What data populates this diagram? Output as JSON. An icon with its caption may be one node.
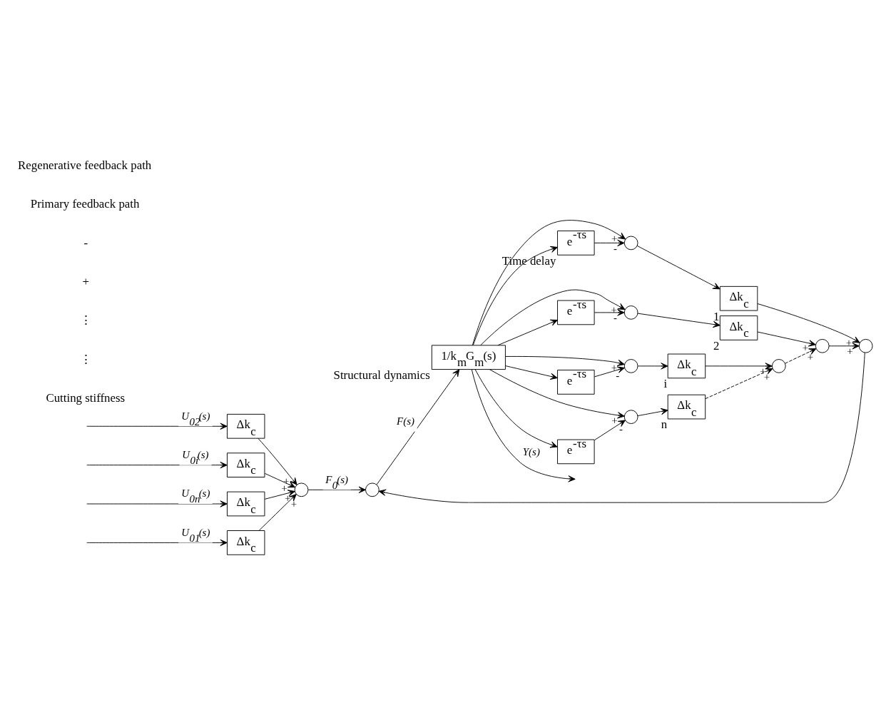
{
  "diagram": {
    "nodes": [
      {
        "text": [
          "Δk$_{c}$"
        ]
      },
      {
        "text": [
          "Δk$_{c}$"
        ]
      },
      {
        "text": [
          "Δk$_{c}$"
        ]
      },
      {
        "text": [
          "Δk$_{c}$"
        ]
      },
      {
        "text": [],
        "shape": "circle"
      },
      {
        "text": [],
        "shape": "circle"
      },
      {
        "text": [
          "1/k$_{m}$G$_{m}$(s)"
        ],
        "beside": [
          "Structural dynamics"
        ]
      },
      {
        "text": [],
        "shape": "circle"
      },
      {
        "text": [
          "Δk$_{c}$"
        ],
        "beside": [
          "1"
        ]
      },
      {
        "text": [],
        "shape": "circle"
      },
      {
        "text": [
          "e$^{-τs}$"
        ],
        "beside": [
          "Time delay"
        ]
      },
      {
        "text": [],
        "shape": "circle"
      },
      {
        "text": [
          "Δk$_{c}$"
        ],
        "beside": [
          "2"
        ]
      },
      {
        "text": [],
        "shape": "circle"
      },
      {
        "text": [
          "e$^{-τs}$"
        ]
      },
      {
        "text": [],
        "shape": "circle"
      },
      {
        "text": [
          "Δk$_{c}$"
        ],
        "beside": [
          "i"
        ]
      },
      {
        "text": [],
        "shape": "circle"
      },
      {
        "text": [
          "e$^{-τs}$"
        ]
      },
      {
        "text": [
          "Δk$_{c}$"
        ],
        "beside": [
          "n"
        ]
      },
      {
        "text": [],
        "shape": "circle"
      },
      {
        "text": [
          "e$^{-τs}$"
        ]
      }
    ],
    "edges": [
      {
        "from": null,
        "to": 0,
        "arrow": "to",
        "label": "U$_{01}$(s)"
      },
      {
        "from": null,
        "to": 1,
        "arrow": "to",
        "label": "U$_{02}$(s)"
      },
      {
        "from": null,
        "to": 2,
        "arrow": "to",
        "label": "U$_{0i}$(s)"
      },
      {
        "from": null,
        "to": 3,
        "arrow": "to",
        "label": "U$_{0n}$(s)"
      },
      {
        "from": 0,
        "to": 4,
        "arrow": "to",
        "label": "+"
      },
      {
        "from": 1,
        "to": 4,
        "arrow": "to",
        "label": "+"
      },
      {
        "from": 2,
        "to": 4,
        "arrow": "to",
        "label": "+"
      },
      {
        "from": 3,
        "to": 4,
        "arrow": "to",
        "label": "+"
      },
      {
        "from": 4,
        "to": 5,
        "arrow": "to",
        "label": "F$_{0}$(s)"
      },
      {
        "from": 5,
        "to": 6,
        "arrow": "to",
        "label": "F(s)"
      },
      {
        "from": 6,
        "to": null,
        "arrow": "to",
        "label": "Y(s)"
      },
      {
        "from": 6,
        "to": 9,
        "arrow": "to",
        "label": "+"
      },
      {
        "from": 6,
        "to": 10,
        "arrow": "to"
      },
      {
        "from": 6,
        "to": 13,
        "arrow": "to",
        "label": "+"
      },
      {
        "from": 6,
        "to": 14,
        "arrow": "to"
      },
      {
        "from": 6,
        "to": 17,
        "arrow": "to",
        "label": "+"
      },
      {
        "from": 6,
        "to": 18,
        "arrow": "to"
      },
      {
        "from": 6,
        "to": 20,
        "arrow": "to",
        "label": "+"
      },
      {
        "from": 6,
        "to": 21,
        "arrow": "to"
      },
      {
        "from": 10,
        "to": 9,
        "arrow": "to",
        "label": "-"
      },
      {
        "from": 9,
        "to": 8,
        "arrow": "to"
      },
      {
        "from": 8,
        "to": 7,
        "arrow": "to",
        "label": "+"
      },
      {
        "from": 7,
        "to": 5,
        "arrow": "to"
      },
      {
        "from": 14,
        "to": 13,
        "arrow": "to",
        "label": "-"
      },
      {
        "from": 13,
        "to": 12,
        "arrow": "to"
      },
      {
        "from": 12,
        "to": 11,
        "arrow": "to",
        "label": "+"
      },
      {
        "from": 11,
        "to": 7,
        "arrow": "to",
        "label": "+"
      },
      {
        "from": 18,
        "to": 17,
        "arrow": "to",
        "label": "-"
      },
      {
        "from": 17,
        "to": 16,
        "arrow": "to"
      },
      {
        "from": 16,
        "to": 15,
        "arrow": "to",
        "label": "+"
      },
      {
        "from": 15,
        "to": 11,
        "arrow": "to",
        "label": "+",
        "style": "dashed"
      },
      {
        "from": 21,
        "to": 20,
        "arrow": "to",
        "label": "-"
      },
      {
        "from": 20,
        "to": 19,
        "arrow": "to"
      },
      {
        "from": 19,
        "to": 15,
        "arrow": "to",
        "label": "+",
        "style": "dashed"
      }
    ],
    "labels": [
      "Cutting stiffness",
      "⋮",
      "⋮",
      "+",
      "-",
      "Primary feedback path",
      "Regenerative feedback path"
    ]
  }
}
